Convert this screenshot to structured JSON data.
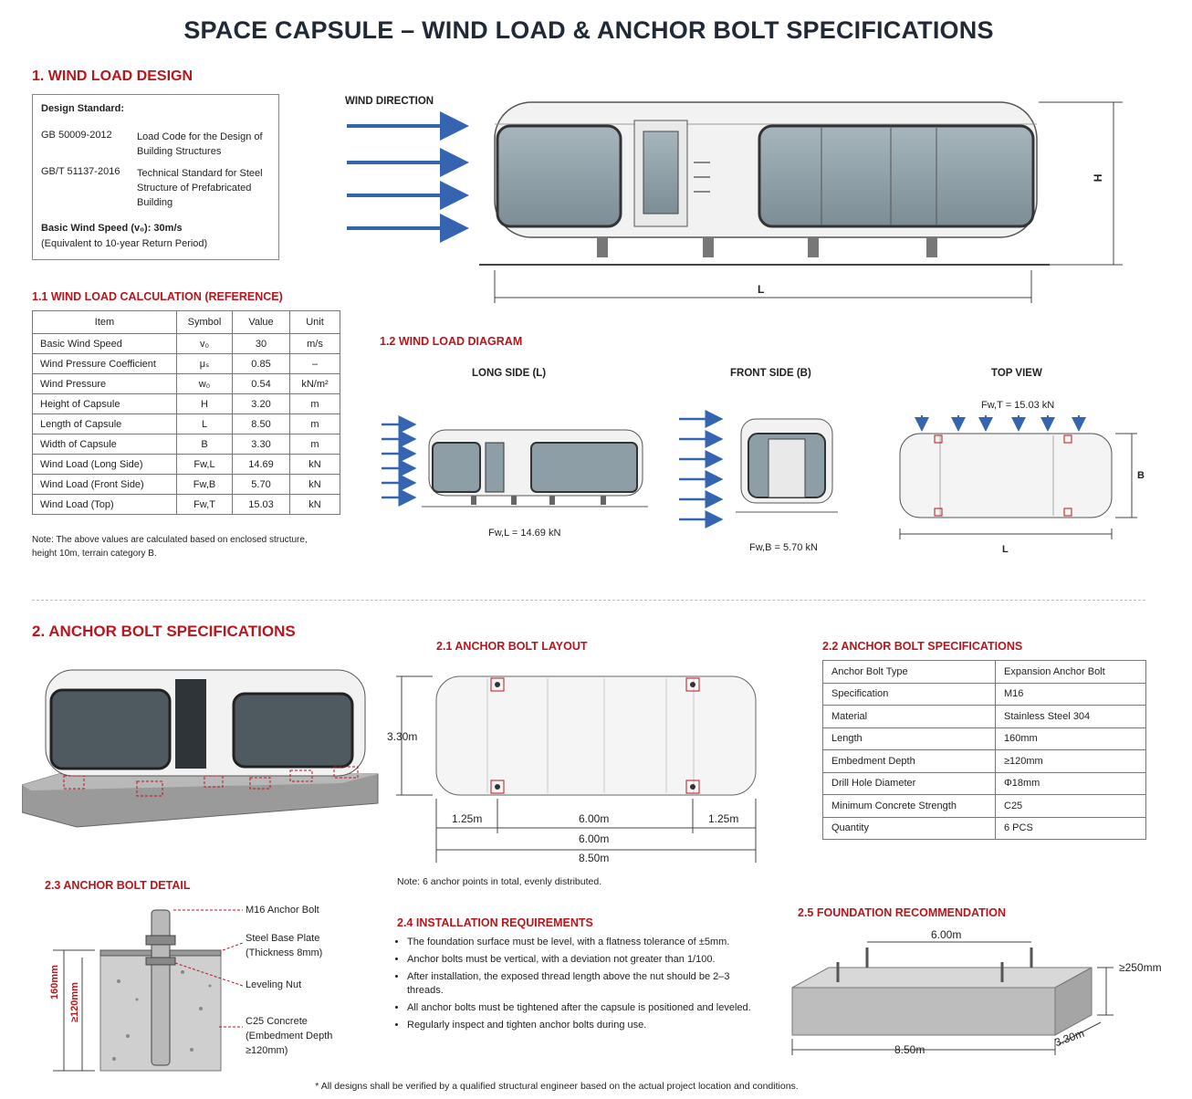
{
  "title": "SPACE CAPSULE – WIND LOAD & ANCHOR BOLT SPECIFICATIONS",
  "s1": {
    "heading": "1. WIND LOAD DESIGN",
    "design_standard_label": "Design Standard:",
    "standards": [
      {
        "code": "GB 50009-2012",
        "desc": "Load Code for the Design of Building Structures"
      },
      {
        "code": "GB/T 51137-2016",
        "desc": "Technical Standard for Steel Structure of Prefabricated Building"
      }
    ],
    "basic_wind_speed": "Basic Wind Speed (v₀): 30m/s",
    "return_period": "(Equivalent to 10-year Return Period)",
    "wind_direction": "WIND DIRECTION",
    "dim_h": "H",
    "dim_l": "L"
  },
  "calc": {
    "heading": "1.1 WIND LOAD CALCULATION (REFERENCE)",
    "headers": [
      "Item",
      "Symbol",
      "Value",
      "Unit"
    ],
    "rows": [
      [
        "Basic Wind Speed",
        "v₀",
        "30",
        "m/s"
      ],
      [
        "Wind Pressure Coefficient",
        "μₛ",
        "0.85",
        "–"
      ],
      [
        "Wind Pressure",
        "w₀",
        "0.54",
        "kN/m²"
      ],
      [
        "Height of Capsule",
        "H",
        "3.20",
        "m"
      ],
      [
        "Length of Capsule",
        "L",
        "8.50",
        "m"
      ],
      [
        "Width of Capsule",
        "B",
        "3.30",
        "m"
      ],
      [
        "Wind Load (Long Side)",
        "Fw,L",
        "14.69",
        "kN"
      ],
      [
        "Wind Load (Front Side)",
        "Fw,B",
        "5.70",
        "kN"
      ],
      [
        "Wind Load (Top)",
        "Fw,T",
        "15.03",
        "kN"
      ]
    ],
    "note": "Note: The above values are calculated based on enclosed structure, height 10m, terrain category B."
  },
  "diagram": {
    "heading": "1.2 WIND LOAD DIAGRAM",
    "long_side": "LONG SIDE (L)",
    "front_side": "FRONT SIDE (B)",
    "top_view": "TOP VIEW",
    "fw_long": "Fw,L = 14.69 kN",
    "fw_front": "Fw,B = 5.70 kN",
    "fw_top": "Fw,T = 15.03 kN",
    "dim_b": "B",
    "dim_l": "L"
  },
  "s2": {
    "heading": "2. ANCHOR BOLT SPECIFICATIONS",
    "layout_heading": "2.1 ANCHOR BOLT LAYOUT",
    "layout_width": "3.30m",
    "layout_seg1": "1.25m",
    "layout_seg2": "6.00m",
    "layout_seg3": "1.25m",
    "layout_mid": "6.00m",
    "layout_total": "8.50m",
    "layout_note": "Note: 6 anchor points in total, evenly distributed.",
    "spec_heading": "2.2 ANCHOR BOLT SPECIFICATIONS",
    "spec_rows": [
      [
        "Anchor Bolt Type",
        "Expansion Anchor Bolt"
      ],
      [
        "Specification",
        "M16"
      ],
      [
        "Material",
        "Stainless Steel 304"
      ],
      [
        "Length",
        "160mm"
      ],
      [
        "Embedment Depth",
        "≥120mm"
      ],
      [
        "Drill Hole Diameter",
        "Φ18mm"
      ],
      [
        "Minimum Concrete Strength",
        "C25"
      ],
      [
        "Quantity",
        "6 PCS"
      ]
    ]
  },
  "detail": {
    "heading": "2.3 ANCHOR BOLT DETAIL",
    "bolt": "M16 Anchor Bolt",
    "plate": "Steel Base Plate",
    "plate_sub": "(Thickness 8mm)",
    "nut": "Leveling Nut",
    "concrete": "C25 Concrete",
    "concrete_sub1": "(Embedment Depth",
    "concrete_sub2": "≥120mm)",
    "len160": "160mm",
    "len120": "≥120mm"
  },
  "install": {
    "heading": "2.4 INSTALLATION REQUIREMENTS",
    "items": [
      "The foundation surface must be level, with a flatness tolerance of ±5mm.",
      "Anchor bolts must be vertical, with a deviation not greater than 1/100.",
      "After installation, the exposed thread length above the nut should be 2–3 threads.",
      "All anchor bolts must be tightened after the capsule is positioned and leveled.",
      "Regularly inspect and tighten anchor bolts during use."
    ]
  },
  "foundation": {
    "heading": "2.5 FOUNDATION RECOMMENDATION",
    "w": "6.00m",
    "h": "≥250mm",
    "l": "8.50m",
    "b": "3.30m"
  },
  "footer": "* All designs shall be verified by a qualified structural engineer based on the actual project location and conditions."
}
